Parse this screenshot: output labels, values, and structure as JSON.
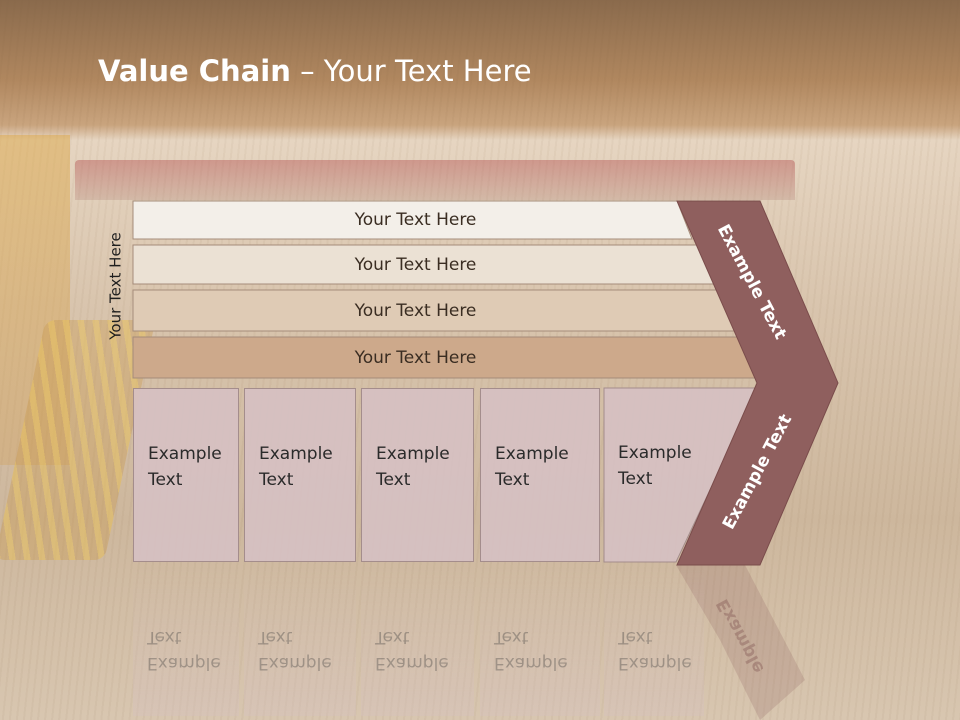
{
  "slide": {
    "title_bold": "Value Chain",
    "title_rest": " – Your Text Here",
    "vertical_label": "Your Text Here",
    "rows": [
      {
        "label": "Your Text Here",
        "fill": "#f3efe9"
      },
      {
        "label": "Your Text Here",
        "fill": "#ebe1d4"
      },
      {
        "label": "Your Text Here",
        "fill": "#dfcbb5"
      },
      {
        "label": "Your Text Here",
        "fill": "#cda98b"
      }
    ],
    "columns": [
      {
        "line1": "Example",
        "line2": "Text"
      },
      {
        "line1": "Example",
        "line2": "Text"
      },
      {
        "line1": "Example",
        "line2": "Text"
      },
      {
        "line1": "Example",
        "line2": "Text"
      },
      {
        "line1": "Example",
        "line2": "Text"
      }
    ],
    "chevron_upper": "Example Text",
    "chevron_lower": "Example Text",
    "chevron_reflection": "Example",
    "chevron_color": "#8f5f5e"
  }
}
